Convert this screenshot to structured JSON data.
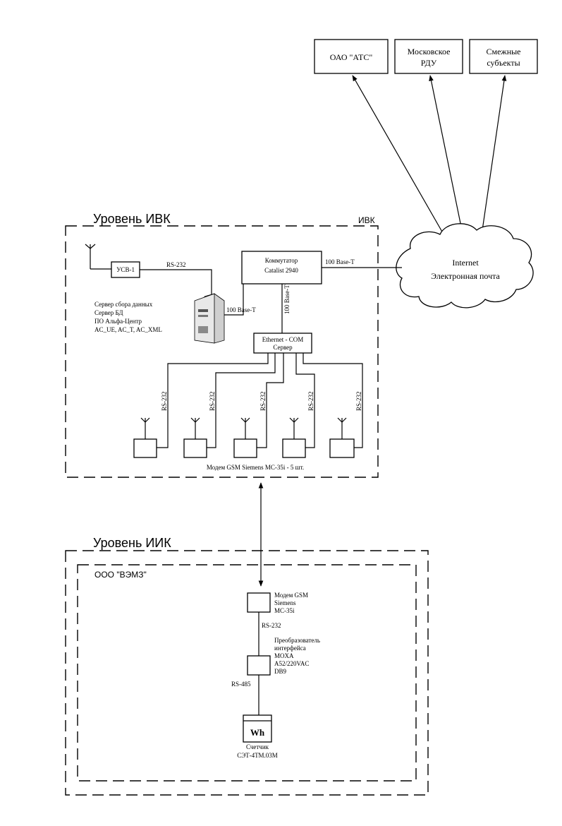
{
  "external": {
    "ats": "ОАО \"АТС\"",
    "rdu_line1": "Московское",
    "rdu_line2": "РДУ",
    "subj_line1": "Смежные",
    "subj_line2": "субъекты"
  },
  "cloud": {
    "line1": "Internet",
    "line2": "Электронная почта"
  },
  "ivk": {
    "level_title": "Уровень ИВК",
    "corner_label": "ИВК",
    "usv": "УСВ-1",
    "rs232_usv": "RS-232",
    "switch_line1": "Коммутатор",
    "switch_line2": "Catalist 2940",
    "link_internet": "100 Base-T",
    "link_server": "100 Base-T",
    "link_gateway": "100 Base-T",
    "server_desc": [
      "Сервер сбора данных",
      "Сервер БД",
      "ПО Альфа-Центр",
      "AC_UE, AC_T, AC_XML"
    ],
    "gateway_line1": "Ethernet - COM",
    "gateway_line2": "Сервер",
    "modem_links": [
      "RS-232",
      "RS-232",
      "RS-232",
      "RS-232",
      "RS-232"
    ],
    "modems_caption": "Модем GSM Siemens MC-35i - 5 шт."
  },
  "iik": {
    "level_title": "Уровень ИИК",
    "org": "ООО \"ВЭМЗ\"",
    "modem_desc": [
      "Модем GSM",
      "Siemens",
      "MC-35i"
    ],
    "rs232": "RS-232",
    "converter_desc": [
      "Преобразователь",
      "интерфейса",
      "MOXA",
      "A52/220VAC",
      "DB9"
    ],
    "rs485": "RS-485",
    "meter_symbol": "Wh",
    "meter_line1": "Счетчик",
    "meter_line2": "СЭТ-4ТМ.03М"
  }
}
